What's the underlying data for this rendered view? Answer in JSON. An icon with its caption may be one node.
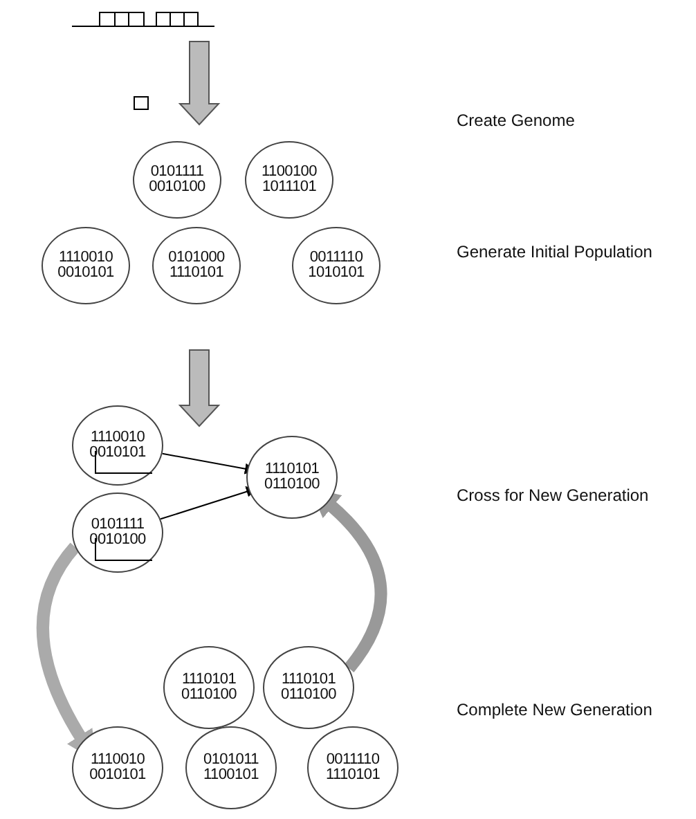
{
  "diagram": {
    "nodes": [
      {
        "text": [
          "0101111 0010100"
        ]
      },
      {
        "text": [
          "1100100 1011101"
        ]
      },
      {
        "text": [
          "1110010 0010101"
        ]
      },
      {
        "text": [
          "0101000 1110101"
        ]
      },
      {
        "text": [
          "0011110 1010101"
        ]
      },
      {
        "text": [
          "1110010 0010101"
        ]
      },
      {
        "text": [
          "0101111 0010100"
        ]
      },
      {
        "text": [
          "1110101 0110100"
        ]
      },
      {
        "text": [
          "1110101 0110100"
        ]
      },
      {
        "text": [
          "1110101 0110100"
        ]
      },
      {
        "text": [
          "1110010 0010101"
        ]
      },
      {
        "text": [
          "0101011 1100101"
        ]
      },
      {
        "text": [
          "0011110 1110101"
        ]
      }
    ],
    "edges": [
      {
        "from": 5,
        "to": 7,
        "arrow": "to"
      },
      {
        "from": 6,
        "to": 7,
        "arrow": "to"
      },
      {
        "from": 6,
        "to": 10,
        "arrow": "to",
        "style": "thick",
        "color": "#aaaaaa"
      },
      {
        "from": 9,
        "to": 7,
        "arrow": "to",
        "style": "thick",
        "color": "#999999"
      }
    ],
    "labels": [
      "Create Genome",
      "Generate Initial Population",
      "Cross for New Generation",
      "Complete New Generation"
    ]
  }
}
